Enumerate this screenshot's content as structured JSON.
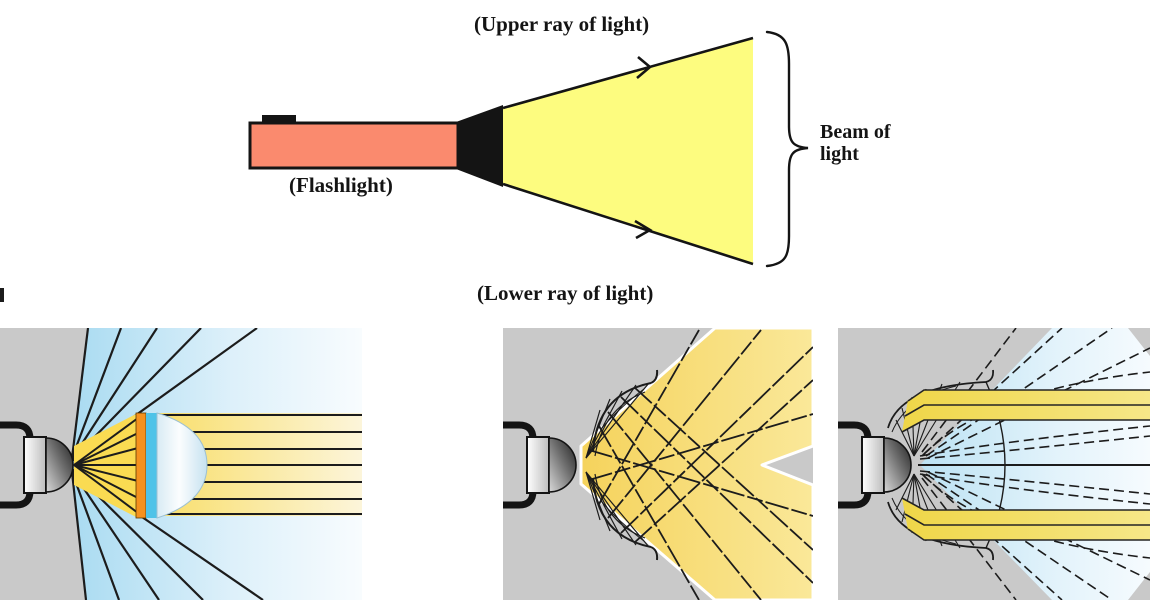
{
  "figure": {
    "top_diagram": {
      "upper_ray_label": "(Upper ray of light)",
      "flashlight_label": "(Flashlight)",
      "lower_ray_label": "(Lower ray of light)",
      "beam_label_line1": "Beam of",
      "beam_label_line2": "light"
    }
  },
  "colors": {
    "flashlight_body": "#FA8A6E",
    "beam_yellow": "#FDFC7F",
    "outline_black": "#141414",
    "panel_gray": "#C9C9C9",
    "fan_blue": "#BEE4F5",
    "cone_gold": "#FADB52",
    "lens_orange": "#F5911E",
    "lens_cyan": "#4FC3E8",
    "band_yellow": "#F2DE6E"
  }
}
